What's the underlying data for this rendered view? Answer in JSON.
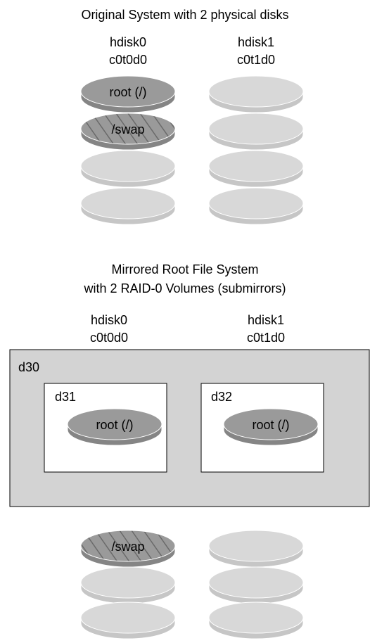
{
  "colors": {
    "disk_light": "#d8d8d8",
    "disk_light_side": "#c6c6c6",
    "disk_dark": "#9a9a9a",
    "disk_dark_side": "#858585",
    "volume_bg": "#d3d3d3",
    "submirror_bg": "#ffffff",
    "hatch_line": "#6a6a6a"
  },
  "top": {
    "title": "Original System with 2 physical disks",
    "disk0": {
      "name": "hdisk0",
      "ctd": "c0t0d0",
      "slice_labels": [
        "root (/)",
        "/swap"
      ]
    },
    "disk1": {
      "name": "hdisk1",
      "ctd": "c0t1d0"
    }
  },
  "bottom": {
    "title_line1": "Mirrored Root File System",
    "title_line2": "with 2 RAID-0 Volumes (submirrors)",
    "disk0": {
      "name": "hdisk0",
      "ctd": "c0t0d0"
    },
    "disk1": {
      "name": "hdisk1",
      "ctd": "c0t1d0"
    },
    "mirror": {
      "name": "d30"
    },
    "submirror_a": {
      "name": "d31",
      "slice_label": "root (/)"
    },
    "submirror_b": {
      "name": "d32",
      "slice_label": "root (/)"
    },
    "swap_label": "/swap"
  }
}
